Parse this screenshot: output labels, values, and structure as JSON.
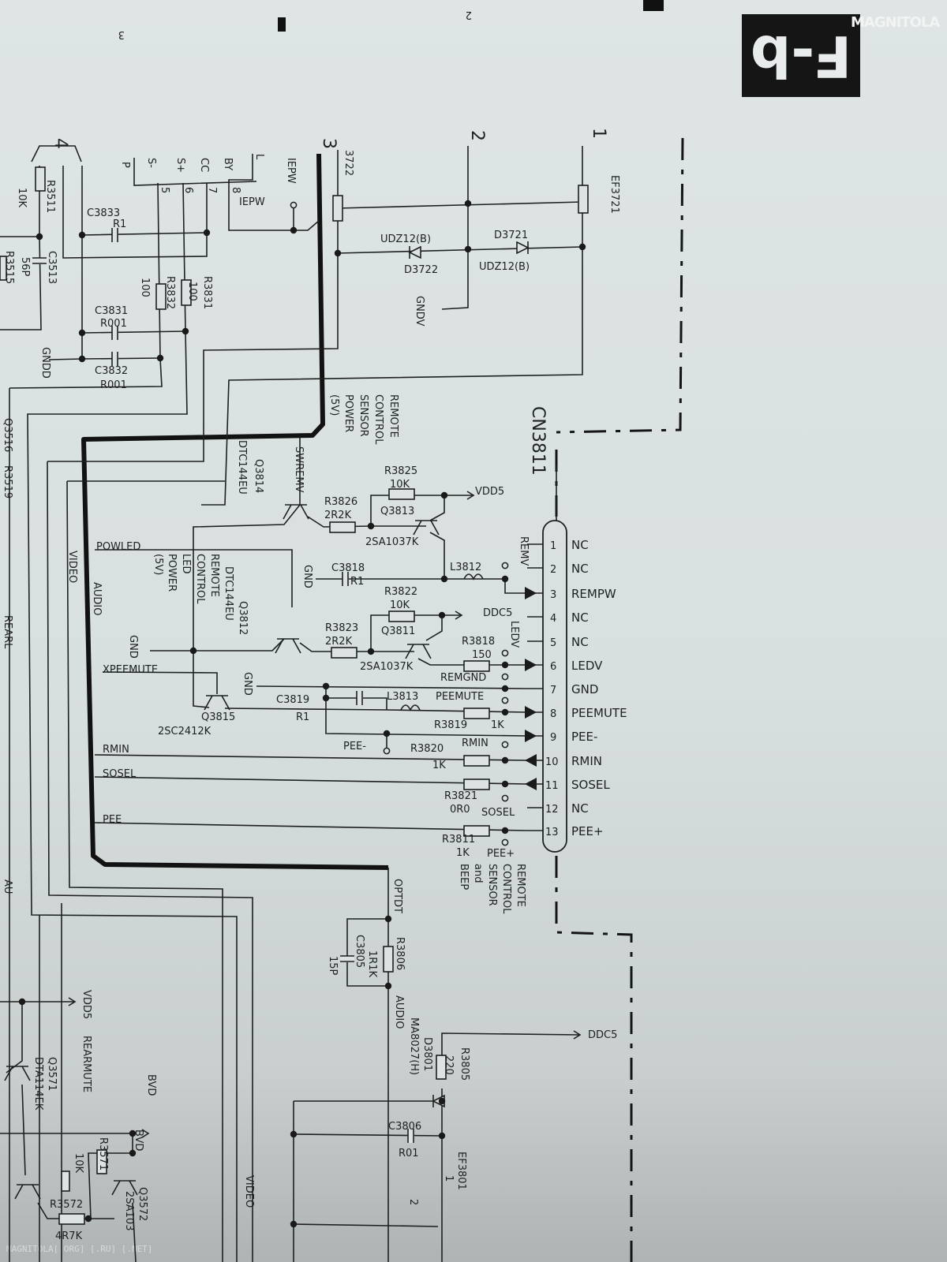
{
  "sheet": {
    "id": "F-b",
    "watermark": "MAGNITOLA",
    "footer": "MAGNITOLA[.ORG] [.RU] [.NET]",
    "grid_top": [
      "3",
      "2"
    ]
  },
  "sections": [
    "1",
    "2",
    "3",
    "4"
  ],
  "connector": {
    "ref": "CN3811",
    "pins": [
      {
        "num": "1",
        "name": "NC"
      },
      {
        "num": "2",
        "name": "NC"
      },
      {
        "num": "3",
        "name": "REMPW"
      },
      {
        "num": "4",
        "name": "NC"
      },
      {
        "num": "5",
        "name": "NC"
      },
      {
        "num": "6",
        "name": "LEDV"
      },
      {
        "num": "7",
        "name": "GND"
      },
      {
        "num": "8",
        "name": "PEEMUTE"
      },
      {
        "num": "9",
        "name": "PEE-"
      },
      {
        "num": "10",
        "name": "RMIN"
      },
      {
        "num": "11",
        "name": "SOSEL"
      },
      {
        "num": "12",
        "name": "NC"
      },
      {
        "num": "13",
        "name": "PEE+"
      }
    ]
  },
  "left_connector": {
    "pins": [
      "P",
      "S-",
      "S+",
      "CC",
      "BY",
      "L"
    ],
    "nums": [
      "5",
      "6",
      "7",
      "8"
    ]
  },
  "notes": {
    "rc_sensor_power": [
      "REMOTE",
      "CONTROL",
      "SENSOR",
      "POWER",
      "(5V)"
    ],
    "rc_led_power": [
      "REMOTE",
      "CONTROL",
      "LED",
      "POWER",
      "(5V)"
    ],
    "rc_sensor_beep": [
      "REMOTE",
      "CONTROL",
      "SENSOR",
      "and",
      "BEEP"
    ]
  },
  "parts": {
    "ef3721": "EF3721",
    "r3722": "3722",
    "d3721": "D3721",
    "udz1": "UDZ12(B)",
    "d3722": "D3722",
    "udz2": "UDZ12(B)",
    "gndv": "GNDV",
    "iepw_port": "IEPW",
    "iepw": "IEPW",
    "r3511": "R3511",
    "r3511_val": "10K",
    "c3833": "C3833",
    "c3833_val": "R1",
    "c3513": "C3513",
    "c3513_val": "56P",
    "r3515": "R3515",
    "r3832": "R3832",
    "r3832_val": "100",
    "r3831": "R3831",
    "r3831_val": "100",
    "c3831": "C3831",
    "c3831_val": "R001",
    "c3832": "C3832",
    "c3832_val": "R001",
    "gndd": "GNDD",
    "q3814": "Q3814",
    "q3814_type": "DTC144EU",
    "swremv": "SWREMV",
    "r3825": "R3825",
    "r3825_val": "10K",
    "vdd5": "VDD5",
    "r3826": "R3826",
    "r3826_val": "2R2K",
    "q3813": "Q3813",
    "q3813_type": "2SA1037K",
    "powled": "POWLED",
    "remv": "REMV",
    "c3818": "C3818",
    "c3818_val": "R1",
    "gnd1": "GND",
    "l3812": "L3812",
    "video1": "VIDEO",
    "audio1": "AUDIO",
    "q3812": "Q3812",
    "q3812_type": "DTC144EU",
    "r3822": "R3822",
    "r3822_val": "10K",
    "ddc5": "DDC5",
    "r3823": "R3823",
    "r3823_val": "2R2K",
    "q3811": "Q3811",
    "q3811_type": "2SA1037K",
    "r3818": "R3818",
    "r3818_val": "150",
    "ledv": "LEDV",
    "gnd2": "GND",
    "xpeemute": "XPEEMUTE",
    "remgnd": "REMGND",
    "gnd3": "GND",
    "c3819": "C3819",
    "c3819_val": "R1",
    "l3813": "L3813",
    "peemute": "PEEMUTE",
    "q3815": "Q3815",
    "q3815_type": "2SC2412K",
    "r3819": "R3819",
    "r3819_val": "1K",
    "pee_minus": "PEE-",
    "r3820": "R3820",
    "r3820_val": "1K",
    "rmin": "RMIN",
    "rmin_net": "RMIN",
    "sosel_net": "SOSEL",
    "r3821": "R3821",
    "r3821_val": "0R0",
    "sosel": "SOSEL",
    "pee_net": "PEE",
    "r3811": "R3811",
    "r3811_val": "1K",
    "pee_plus": "PEE+",
    "optdt": "OPTDT",
    "r3806": "R3806",
    "r3806_val": "1R1K",
    "c3805": "C3805",
    "c3805_val": "15P",
    "audio2": "AUDIO",
    "d3801": "D3801",
    "d3801_type": "MA8027(H)",
    "r3805": "R3805",
    "r3805_val": "220",
    "ddc5_2": "DDC5",
    "c3806": "C3806",
    "c3806_val": "R01",
    "ef3801": "EF3801",
    "ef_pin1": "1",
    "ef_pin2": "2",
    "vdd5_2": "VDD5",
    "rearmute": "REARMUTE",
    "q3571": "Q3571",
    "q3571_type": "DTA114EK",
    "bvd1": "BVD",
    "bvd2": "BVD",
    "r3571": "R3571",
    "r3571_val": "10K",
    "r3572": "R3572",
    "r3572_val": "4R7K",
    "q3572": "Q3572",
    "q3572_type": "2SA103",
    "video2": "VIDEO",
    "rearl": "REARL",
    "q3516": "Q3516",
    "r3519": "R3519",
    "audio3": "AU"
  }
}
